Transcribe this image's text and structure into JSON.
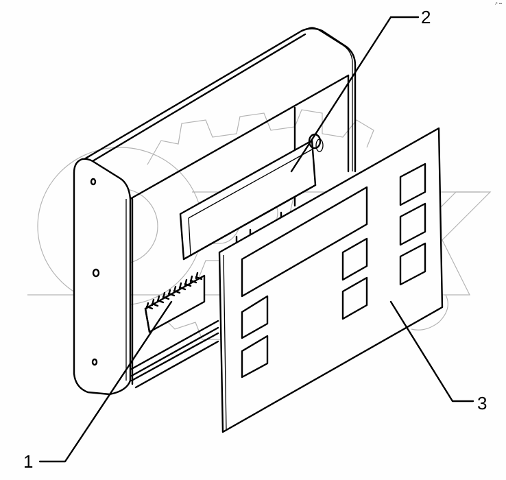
{
  "diagram": {
    "type": "exploded-parts-view",
    "subject": "display unit housing with connector, LCD module and front membrane panel",
    "watermark_text": "OPEX",
    "corner_mark": "↗ ▪▪"
  },
  "callouts": [
    {
      "id": "1",
      "label": "1",
      "part": "connector strip"
    },
    {
      "id": "2",
      "label": "2",
      "part": "display module"
    },
    {
      "id": "3",
      "label": "3",
      "part": "front membrane panel"
    }
  ],
  "colors": {
    "line": "#000000",
    "watermark": "#b4b4b4",
    "background": "#fefefe"
  }
}
